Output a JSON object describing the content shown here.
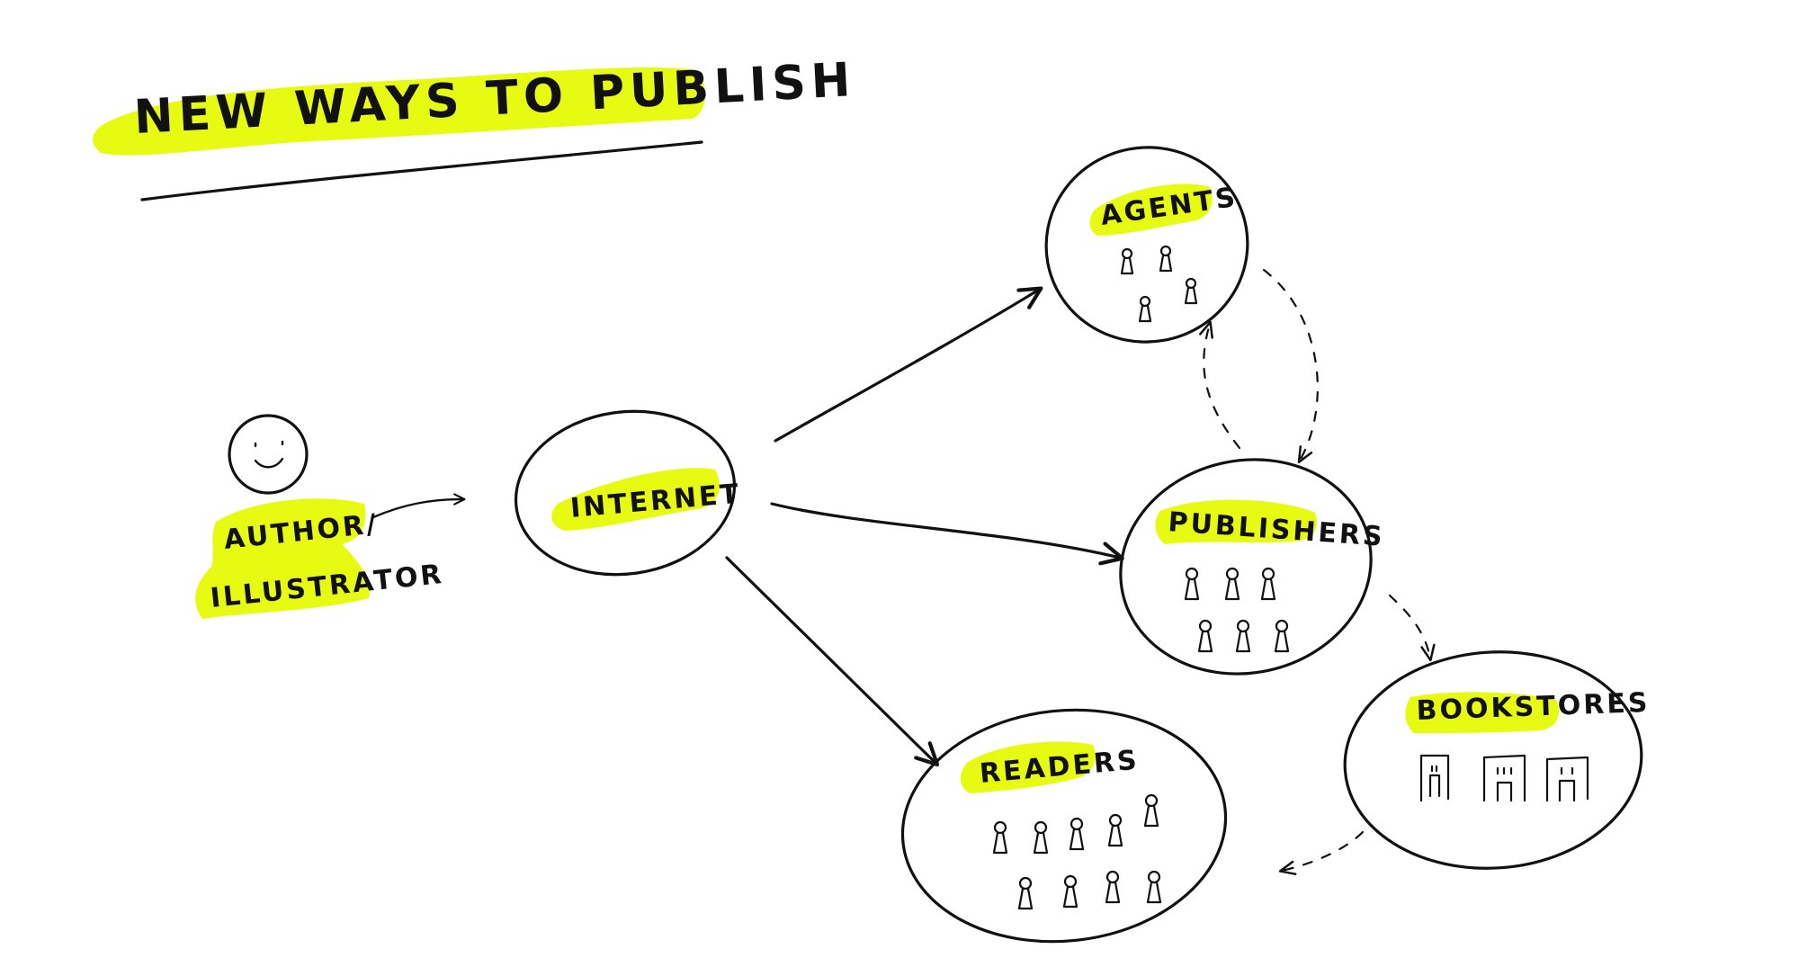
{
  "title": "NEW WAYS TO PUBLISH",
  "nodes": {
    "author_line1": "AUTHOR/",
    "author_line2": "ILLUSTRATOR",
    "internet": "INTERNET",
    "agents": "AGENTS",
    "publishers": "PUBLISHERS",
    "bookstores": "BOOKSTORES",
    "readers": "READERS"
  },
  "colors": {
    "highlight": "#e6fb05",
    "ink": "#111111",
    "background": "#ffffff"
  },
  "icons": {
    "author": "smiley-face-icon",
    "people": "person-icon",
    "store": "storefront-icon"
  },
  "edges": [
    {
      "from": "author",
      "to": "internet",
      "style": "solid"
    },
    {
      "from": "internet",
      "to": "agents",
      "style": "solid"
    },
    {
      "from": "internet",
      "to": "publishers",
      "style": "solid"
    },
    {
      "from": "internet",
      "to": "readers",
      "style": "solid"
    },
    {
      "from": "agents",
      "to": "publishers",
      "style": "dashed"
    },
    {
      "from": "publishers",
      "to": "agents",
      "style": "dashed"
    },
    {
      "from": "publishers",
      "to": "bookstores",
      "style": "dashed"
    },
    {
      "from": "bookstores",
      "to": "readers",
      "style": "dashed"
    }
  ]
}
